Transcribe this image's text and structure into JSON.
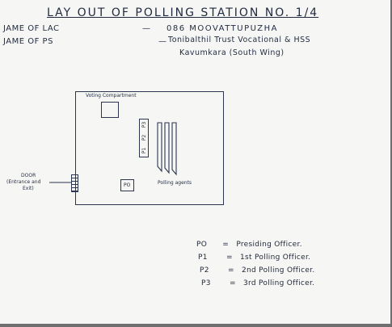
{
  "title": "LAY OUT OF POLLING STATION NO. 1/4",
  "lac": {
    "label": "JAME OF LAC",
    "dash": "—",
    "value": "086 MOOVATTUPUZHA"
  },
  "ps": {
    "label": "JAME OF PS",
    "dash": "—",
    "value_line1": "Tonibalthil Trust Vocational & HSS",
    "value_line2": "Kavumkara (South Wing)"
  },
  "layout": {
    "voting_compartment": "Voting Compartment",
    "polling_agents": "Polling agents",
    "door_label_line1": "DOOR",
    "door_label_line2": "(Entrance and",
    "door_label_line3": "Exit)",
    "po_box": "PO",
    "officer_tables": [
      "P3",
      "P2",
      "P1"
    ]
  },
  "legend": [
    {
      "code": "PO",
      "sep": "=",
      "meaning": "Presiding Officer."
    },
    {
      "code": "P1",
      "sep": "=",
      "meaning": "1st Polling Officer."
    },
    {
      "code": "P2",
      "sep": "=",
      "meaning": "2nd Polling Officer."
    },
    {
      "code": "P3",
      "sep": "=",
      "meaning": "3rd Polling Officer."
    }
  ]
}
